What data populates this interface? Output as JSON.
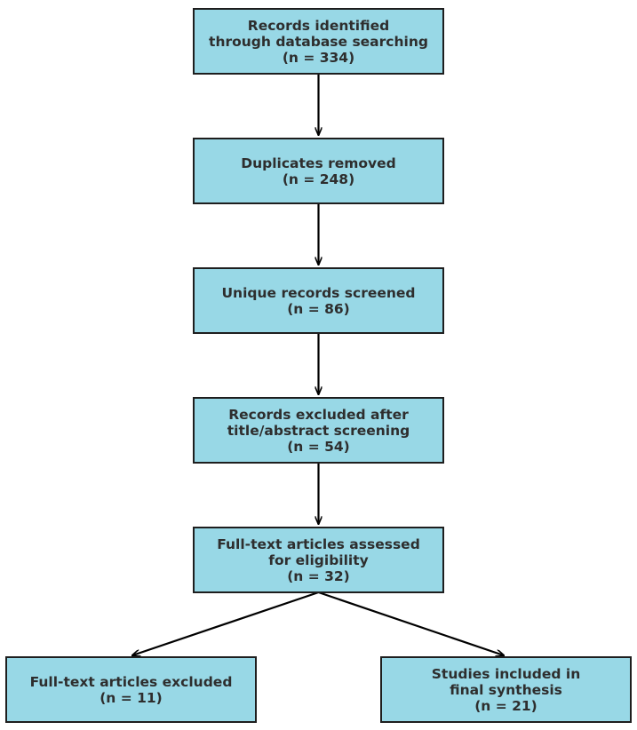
{
  "colors": {
    "box_fill": "#98d8e6",
    "box_border": "#1e1e1e",
    "text": "#2e2e2e",
    "arrow": "#000000"
  },
  "boxes": [
    {
      "lines": [
        "Records identified",
        "through database searching",
        "(n = 334)"
      ]
    },
    {
      "lines": [
        "Duplicates removed",
        "(n = 248)"
      ]
    },
    {
      "lines": [
        "Unique records screened",
        "(n = 86)"
      ]
    },
    {
      "lines": [
        "Records excluded after",
        "title/abstract screening",
        "(n = 54)"
      ]
    },
    {
      "lines": [
        "Full-text articles assessed",
        "for eligibility",
        "(n = 32)"
      ]
    },
    {
      "lines": [
        "Full-text articles excluded",
        "(n = 11)"
      ]
    },
    {
      "lines": [
        "Studies included in",
        "final synthesis",
        "(n = 21)"
      ]
    }
  ],
  "edges": [
    {
      "from": 0,
      "to": 1
    },
    {
      "from": 1,
      "to": 2
    },
    {
      "from": 2,
      "to": 3
    },
    {
      "from": 3,
      "to": 4
    },
    {
      "from": 4,
      "to": 5
    },
    {
      "from": 4,
      "to": 6
    }
  ]
}
